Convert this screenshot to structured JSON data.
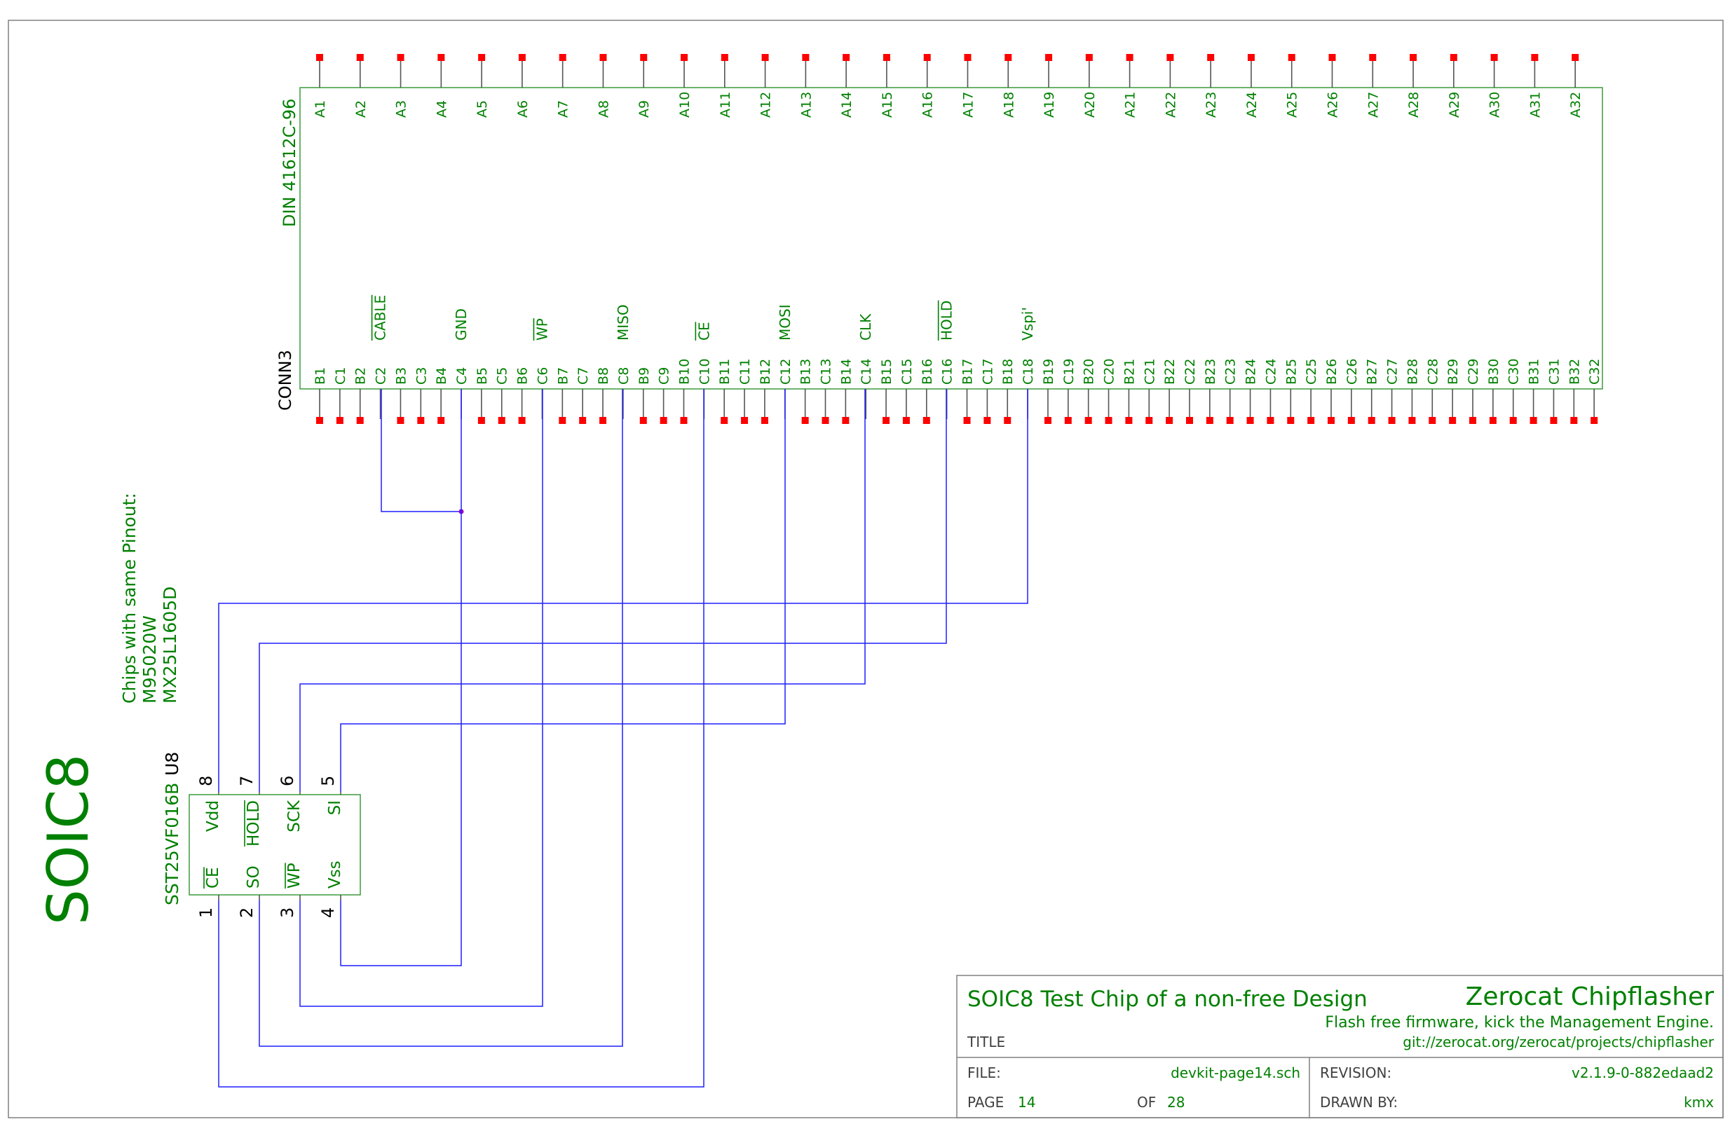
{
  "sheet": {
    "big_label": "SOIC8",
    "note_lines": [
      "Chips with same Pinout:",
      "M95020W",
      "MX25L1605D"
    ]
  },
  "connector": {
    "value": "DIN 41612C-96",
    "ref": "CONN3",
    "top_pins": [
      "A1",
      "A2",
      "A3",
      "A4",
      "A5",
      "A6",
      "A7",
      "A8",
      "A9",
      "A10",
      "A11",
      "A12",
      "A13",
      "A14",
      "A15",
      "A16",
      "A17",
      "A18",
      "A19",
      "A20",
      "A21",
      "A22",
      "A23",
      "A24",
      "A25",
      "A26",
      "A27",
      "A28",
      "A29",
      "A30",
      "A31",
      "A32"
    ],
    "bottom_pins": [
      "B1",
      "C1",
      "B2",
      "C2",
      "B3",
      "C3",
      "B4",
      "C4",
      "B5",
      "C5",
      "B6",
      "C6",
      "B7",
      "C7",
      "B8",
      "C8",
      "B9",
      "C9",
      "B10",
      "C10",
      "B11",
      "C11",
      "B12",
      "C12",
      "B13",
      "C13",
      "B14",
      "C14",
      "B15",
      "C15",
      "B16",
      "C16",
      "B17",
      "C17",
      "B18",
      "C18",
      "B19",
      "C19",
      "B20",
      "C20",
      "B21",
      "C21",
      "B22",
      "C22",
      "B23",
      "C23",
      "B24",
      "C24",
      "B25",
      "C25",
      "B26",
      "C26",
      "B27",
      "C27",
      "B28",
      "C28",
      "B29",
      "C29",
      "B30",
      "C30",
      "B31",
      "C31",
      "B32",
      "C32"
    ],
    "nets": [
      {
        "pin": "C2",
        "label": "CABLE",
        "overbar": true
      },
      {
        "pin": "C4",
        "label": "GND",
        "overbar": false
      },
      {
        "pin": "C6",
        "label": "WP",
        "overbar": true
      },
      {
        "pin": "C8",
        "label": "MISO",
        "overbar": false
      },
      {
        "pin": "C10",
        "label": "CE",
        "overbar": true
      },
      {
        "pin": "C12",
        "label": "MOSI",
        "overbar": false
      },
      {
        "pin": "C14",
        "label": "CLK",
        "overbar": false
      },
      {
        "pin": "C16",
        "label": "HOLD",
        "overbar": true
      },
      {
        "pin": "C18",
        "label": "Vspi'",
        "overbar": false
      }
    ]
  },
  "chip": {
    "ref": "U8",
    "value": "SST25VF016B",
    "top_pins": [
      {
        "num": "8",
        "name": "Vdd",
        "overbar": false
      },
      {
        "num": "7",
        "name": "HOLD",
        "overbar": true
      },
      {
        "num": "6",
        "name": "SCK",
        "overbar": false
      },
      {
        "num": "5",
        "name": "SI",
        "overbar": false
      }
    ],
    "bottom_pins": [
      {
        "num": "1",
        "name": "CE",
        "overbar": true
      },
      {
        "num": "2",
        "name": "SO",
        "overbar": false
      },
      {
        "num": "3",
        "name": "WP",
        "overbar": true
      },
      {
        "num": "4",
        "name": "Vss",
        "overbar": false
      }
    ]
  },
  "title_block": {
    "title": "SOIC8 Test Chip of a non-free Design",
    "company": "Zerocat Chipflasher",
    "comment1": "Flash free firmware, kick the Management Engine.",
    "comment2": "git://zerocat.org/zerocat/projects/chipflasher",
    "title_label": "TITLE",
    "file_label": "FILE:",
    "file": "devkit-page14.sch",
    "revision_label": "REVISION:",
    "revision": "v2.1.9-0-882edaad2",
    "page_label": "PAGE",
    "page": "14",
    "of_label": "OF",
    "pages": "28",
    "drawn_label": "DRAWN BY:",
    "drawn_by": "kmx"
  }
}
